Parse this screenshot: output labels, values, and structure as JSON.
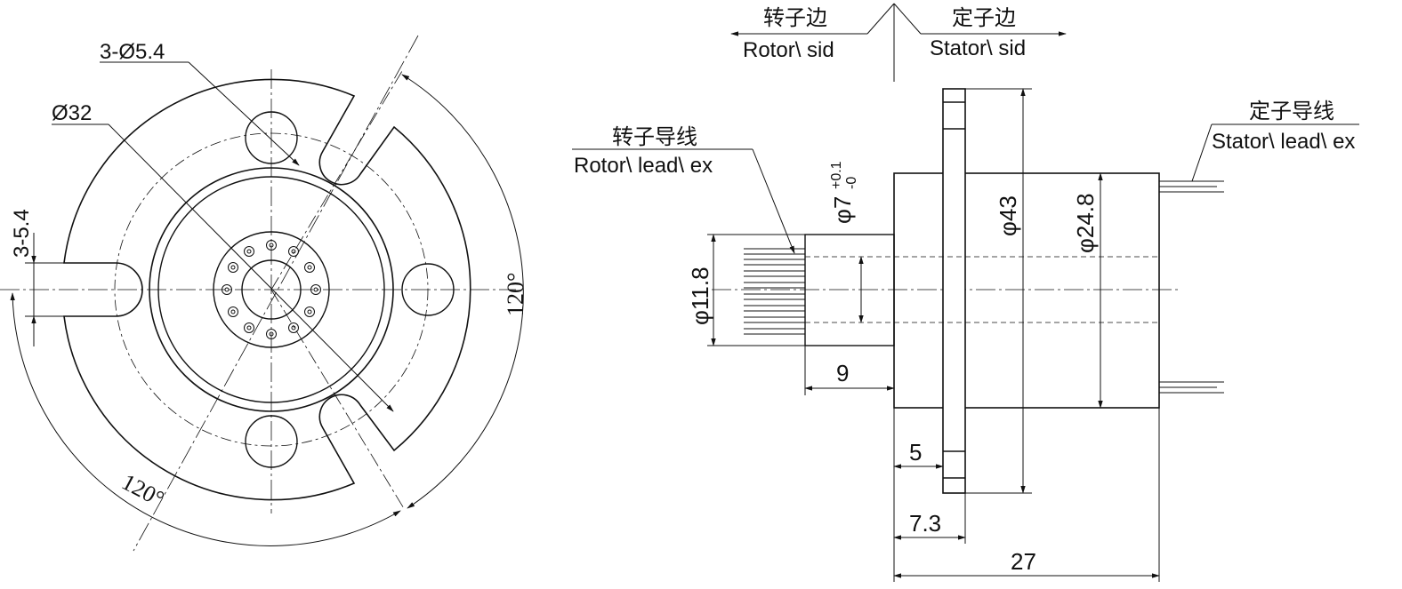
{
  "front_view": {
    "mount_holes": "3-Ø5.4",
    "inner_ring": "Ø32",
    "slot_width": "3-5.4",
    "angle_right": "120°",
    "angle_bottom": "120°"
  },
  "direction": {
    "rotor_cn": "转子边",
    "rotor_en": "Rotor\\ sid",
    "stator_cn": "定子边",
    "stator_en": "Stator\\ sid"
  },
  "leads": {
    "rotor_cn": "转子导线",
    "rotor_en": "Rotor\\ lead\\ ex",
    "stator_cn": "定子导线",
    "stator_en": "Stator\\ lead\\ ex"
  },
  "side_view": {
    "shaft_dia": "11.8",
    "bore_main": "7",
    "bore_tol_upper": "+0.1",
    "bore_tol_lower": "-0",
    "flange_dia": "43",
    "body_dia": "24.8",
    "rotor_length": "9",
    "flange_pos": "5",
    "flange_width": "7.3",
    "total_length": "27"
  },
  "symbols": {
    "diameter": "φ"
  }
}
